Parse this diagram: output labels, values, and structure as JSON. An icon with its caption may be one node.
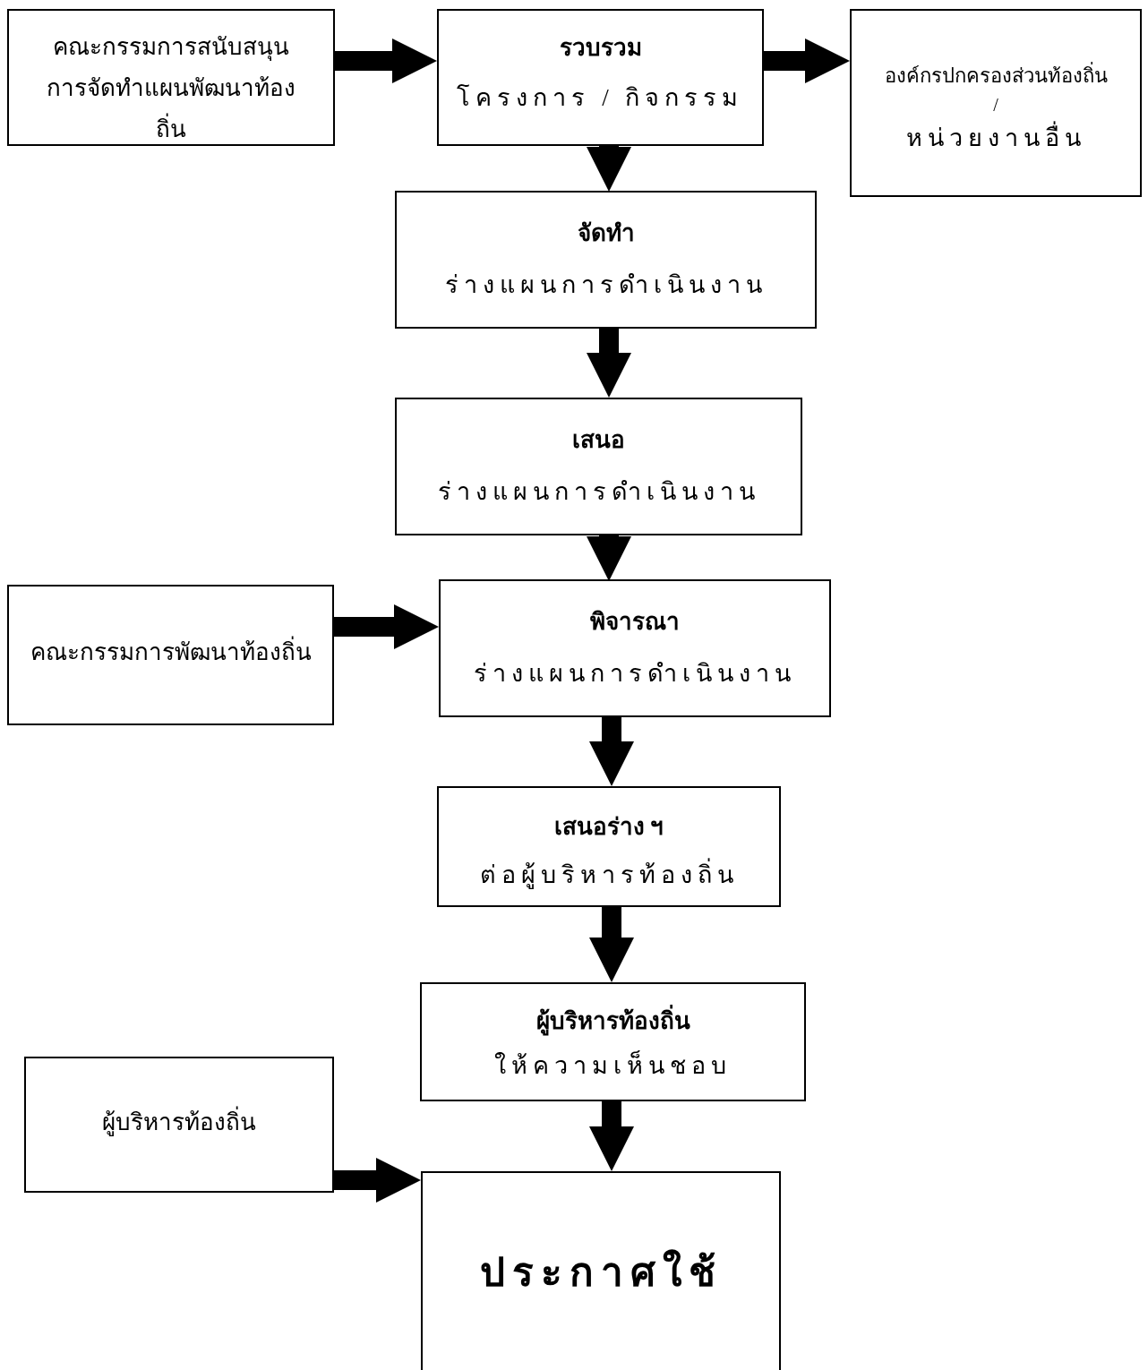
{
  "diagram": {
    "nodes": [
      {
        "text": [
          "คณะกรรมการสนับสนุน การจัดทำแผนพัฒนาท้องถิ่น"
        ]
      },
      {
        "text": [
          "รวบรวม",
          "โครงการ / กิจกรรม"
        ]
      },
      {
        "text": [
          "องค์กรปกครองส่วนท้องถิ่น",
          "/",
          "หน่วยงานอื่น"
        ]
      },
      {
        "text": [
          "จัดทำ",
          "ร่างแผนการดำเนินงาน"
        ]
      },
      {
        "text": [
          "เสนอ",
          "ร่างแผนการดำเนินงาน"
        ]
      },
      {
        "text": [
          "คณะกรรมการพัฒนาท้องถิ่น"
        ]
      },
      {
        "text": [
          "พิจารณา",
          "ร่างแผนการดำเนินงาน"
        ]
      },
      {
        "text": [
          "เสนอร่าง ฯ",
          "ต่อผู้บริหารท้องถิ่น"
        ]
      },
      {
        "text": [
          "ผู้บริหารท้องถิ่น",
          "ให้ความเห็นชอบ"
        ]
      },
      {
        "text": [
          "ผู้บริหารท้องถิ่น"
        ]
      },
      {
        "text": [
          "ประกาศใช้"
        ]
      }
    ],
    "edges": [
      {
        "from": 0,
        "to": 1,
        "arrow": "to"
      },
      {
        "from": 1,
        "to": 2,
        "arrow": "to"
      },
      {
        "from": 1,
        "to": 3,
        "arrow": "to"
      },
      {
        "from": 3,
        "to": 4,
        "arrow": "to"
      },
      {
        "from": 4,
        "to": 6,
        "arrow": "to"
      },
      {
        "from": 5,
        "to": 6,
        "arrow": "to"
      },
      {
        "from": 6,
        "to": 7,
        "arrow": "to"
      },
      {
        "from": 7,
        "to": 8,
        "arrow": "to"
      },
      {
        "from": 9,
        "to": 10,
        "arrow": "to"
      },
      {
        "from": 8,
        "to": 10,
        "arrow": "to"
      }
    ]
  }
}
